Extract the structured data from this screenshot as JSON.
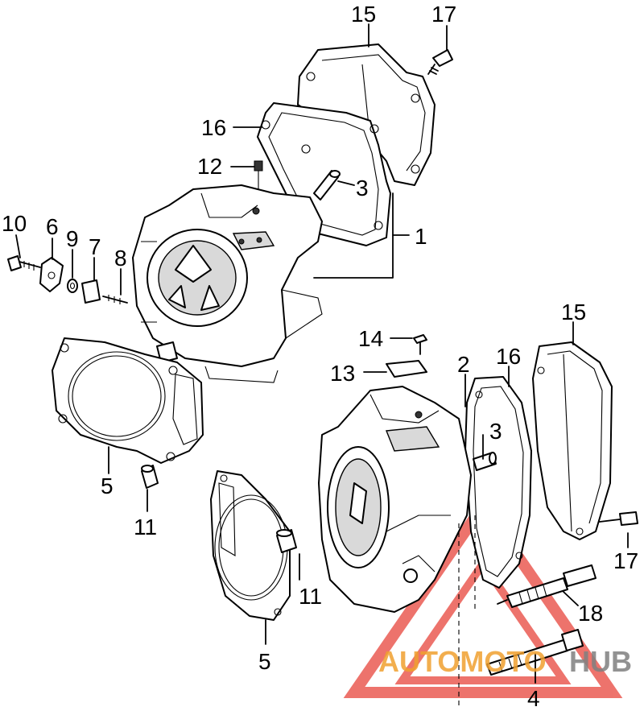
{
  "callouts": [
    {
      "id": "c15-top",
      "text": "15"
    },
    {
      "id": "c17-top",
      "text": "17"
    },
    {
      "id": "c16-top",
      "text": "16"
    },
    {
      "id": "c12",
      "text": "12"
    },
    {
      "id": "c3-top",
      "text": "3"
    },
    {
      "id": "c1",
      "text": "1"
    },
    {
      "id": "c10",
      "text": "10"
    },
    {
      "id": "c6",
      "text": "6"
    },
    {
      "id": "c9",
      "text": "9"
    },
    {
      "id": "c7",
      "text": "7"
    },
    {
      "id": "c8",
      "text": "8"
    },
    {
      "id": "c5-left",
      "text": "5"
    },
    {
      "id": "c11-left",
      "text": "11"
    },
    {
      "id": "c14",
      "text": "14"
    },
    {
      "id": "c13",
      "text": "13"
    },
    {
      "id": "c2",
      "text": "2"
    },
    {
      "id": "c16-right",
      "text": "16"
    },
    {
      "id": "c15-right",
      "text": "15"
    },
    {
      "id": "c3-right",
      "text": "3"
    },
    {
      "id": "c11-mid",
      "text": "11"
    },
    {
      "id": "c17-right",
      "text": "17"
    },
    {
      "id": "c18",
      "text": "18"
    },
    {
      "id": "c5-bottom",
      "text": "5"
    },
    {
      "id": "c4",
      "text": "4"
    }
  ],
  "watermark": {
    "part1": "AUTOMOTO",
    "part2": "HUB",
    "color_triangle": "#e8453c",
    "color_text1": "#f0a030",
    "color_text2": "#808080"
  }
}
